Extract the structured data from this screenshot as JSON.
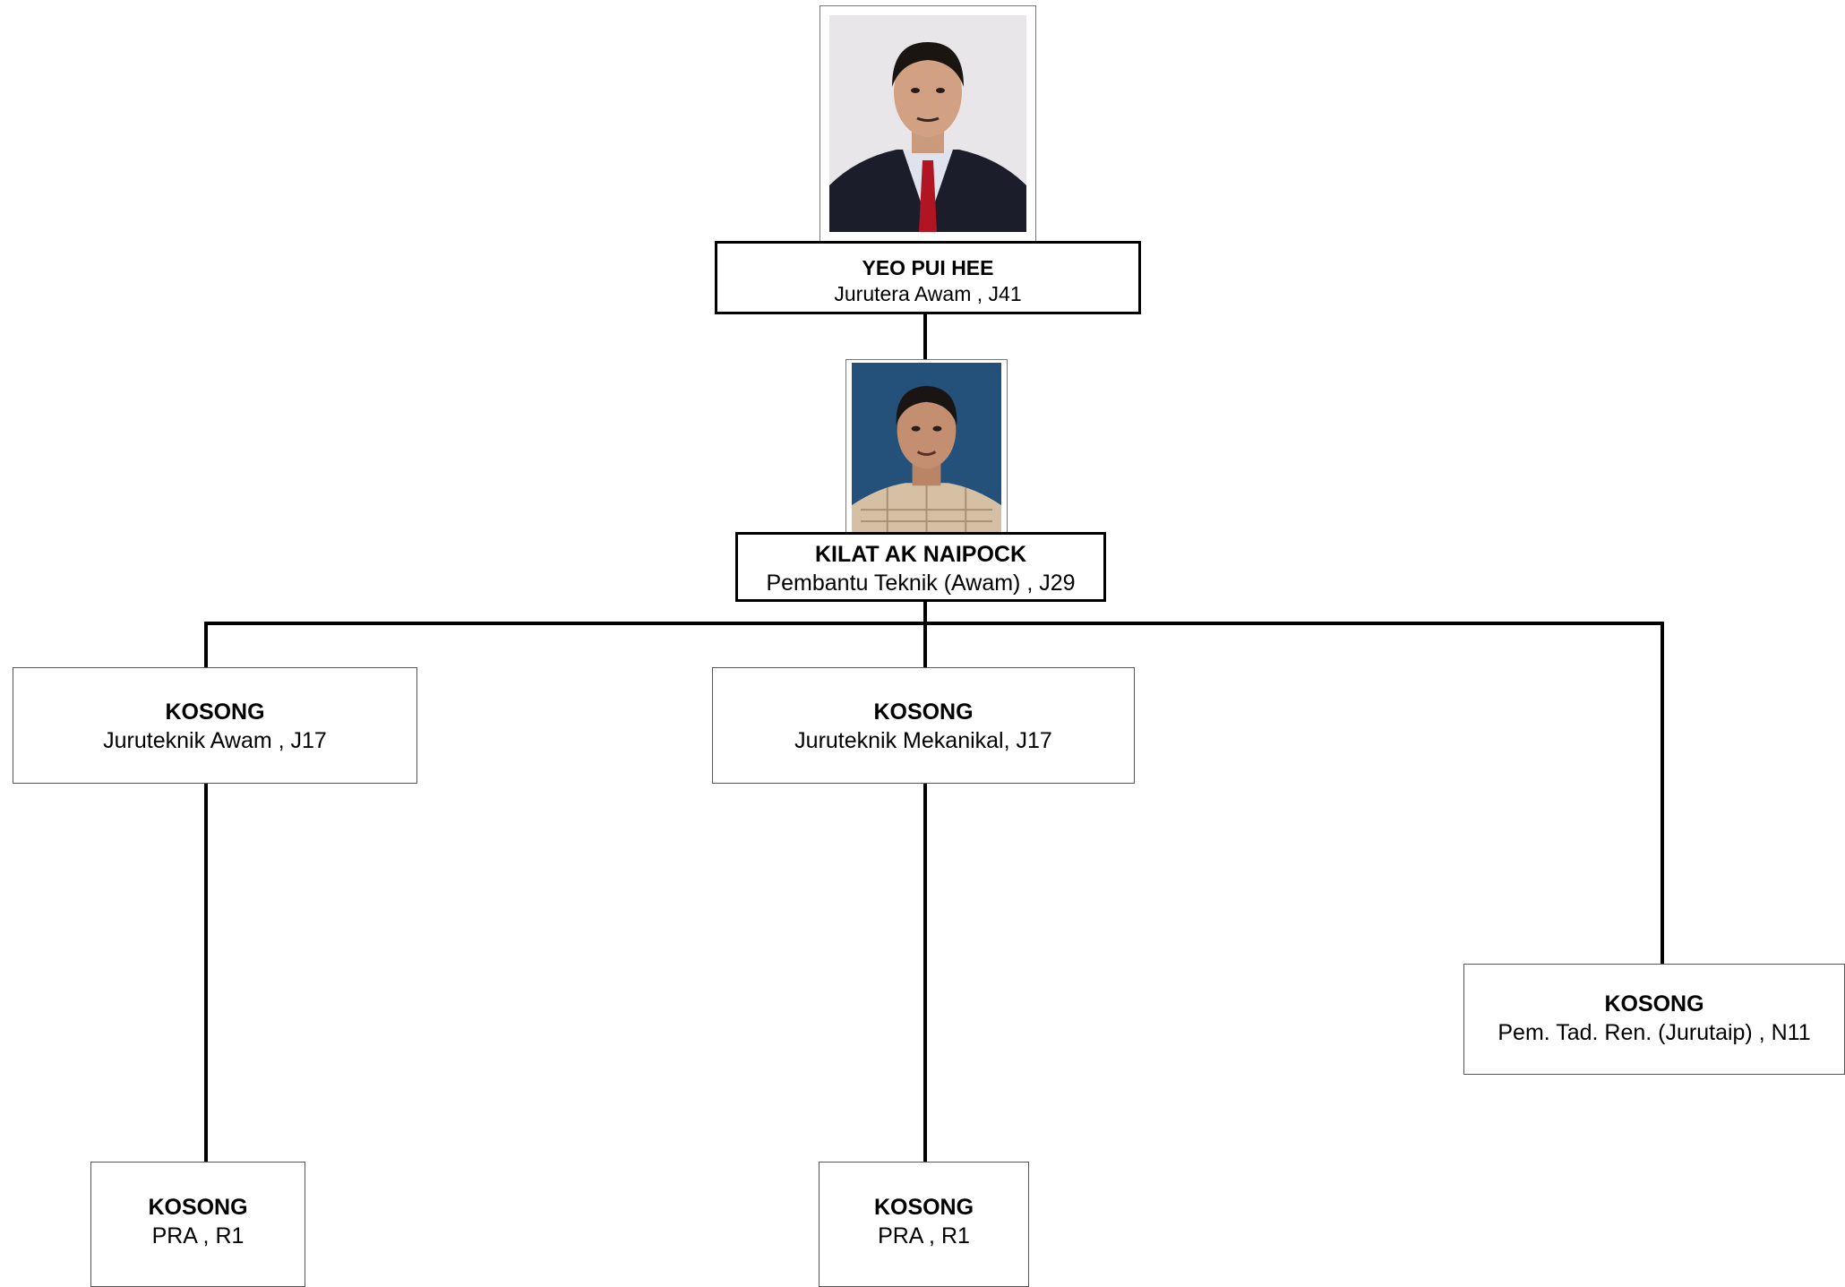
{
  "org_chart": {
    "head": {
      "name": "YEO PUI HEE",
      "title": "Jurutera Awam , J41",
      "photo": "person-photo"
    },
    "deputy": {
      "name": "KILAT AK NAIPOCK",
      "title": "Pembantu Teknik (Awam) , J29",
      "photo": "person-photo"
    },
    "staff": [
      {
        "name": "KOSONG",
        "title": "Juruteknik Awam , J17"
      },
      {
        "name": "KOSONG",
        "title": "Juruteknik Mekanikal, J17"
      },
      {
        "name": "KOSONG",
        "title": "Pem. Tad. Ren. (Jurutaip) , N11"
      },
      {
        "name": "KOSONG",
        "title": "PRA , R1"
      },
      {
        "name": "KOSONG",
        "title": "PRA , R1"
      }
    ]
  }
}
